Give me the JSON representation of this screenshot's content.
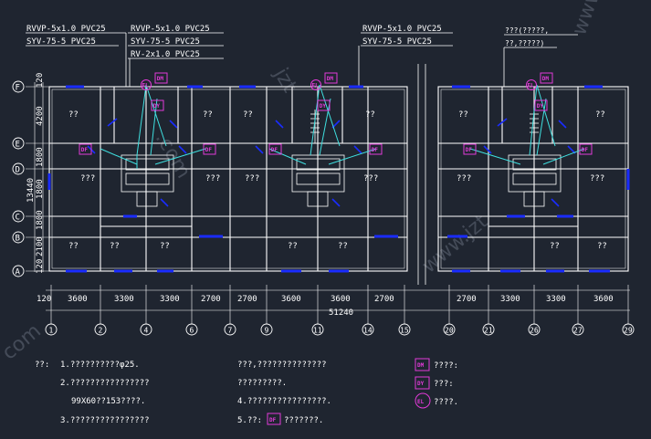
{
  "cable_labels": {
    "left_a": [
      "RVVP-5x1.0 PVC25",
      "SYV-75-5 PVC25"
    ],
    "left_b": [
      "RVVP-5x1.0 PVC25",
      "SYV-75-5 PVC25",
      "RV-2x1.0 PVC25"
    ],
    "right_a": [
      "RVVP-5x1.0 PVC25",
      "SYV-75-5 PVC25"
    ],
    "note_tr": [
      "???(?????,",
      "??,?????)"
    ]
  },
  "axis_letters": [
    "F",
    "E",
    "D",
    "C",
    "B",
    "A"
  ],
  "row_dims": [
    "120",
    "4200",
    "1800",
    "1800",
    "2100",
    "120"
  ],
  "total_depth": "13440",
  "extra_row_dims": [
    "1800",
    "1800"
  ],
  "col_numbers": [
    "1",
    "2",
    "4",
    "6",
    "7",
    "9",
    "11",
    "14",
    "15",
    "20",
    "21",
    "26",
    "27",
    "29"
  ],
  "col_dims": [
    "120",
    "3600",
    "3300",
    "3300",
    "2700",
    "2700",
    "3600",
    "3600",
    "2700",
    "2700",
    "3300",
    "3300",
    "3600"
  ],
  "total_length": "51240",
  "room_label_short": "??",
  "room_label_long": "???",
  "symbols": {
    "dm": "DM",
    "dy": "DY",
    "el": "EL",
    "df": "DF"
  },
  "notes": {
    "prefix": "??:",
    "n1": "1.??????????φ25.",
    "n2": "2.????????????????",
    "n2b": "99X60??153????.",
    "n3": "3.????????????????",
    "n3r": "???,??????????????",
    "n3r2": "?????????.",
    "n4": "4.????????????????.",
    "n5a": "5.??:",
    "n5b": "???????."
  },
  "legend": [
    {
      "symbol": "DM",
      "text": "????:"
    },
    {
      "symbol": "DY",
      "text": "???:"
    },
    {
      "symbol": "EL",
      "text": "????."
    }
  ],
  "watermarks": [
    "www.yzt",
    "jzt",
    "www.jzt",
    ".com",
    "com"
  ],
  "colors": {
    "background": "#1f2530",
    "linework": "#ffffff",
    "wall_accent": "#1a2cff",
    "cable": "#3fe0e0",
    "symbol": "#e23ad8"
  }
}
